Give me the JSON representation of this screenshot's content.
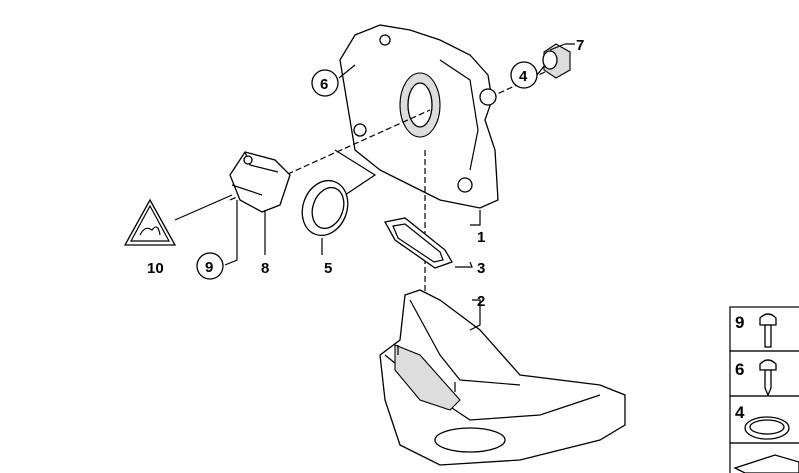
{
  "diagram": {
    "callouts": {
      "c1": "1",
      "c2": "2",
      "c3": "3",
      "c4": "4",
      "c5": "5",
      "c6": "6",
      "c7": "7",
      "c8": "8",
      "c9": "9",
      "c10": "10"
    },
    "legend": [
      {
        "number": "9",
        "part": "bolt"
      },
      {
        "number": "6",
        "part": "screw"
      },
      {
        "number": "4",
        "part": "ring"
      }
    ]
  }
}
